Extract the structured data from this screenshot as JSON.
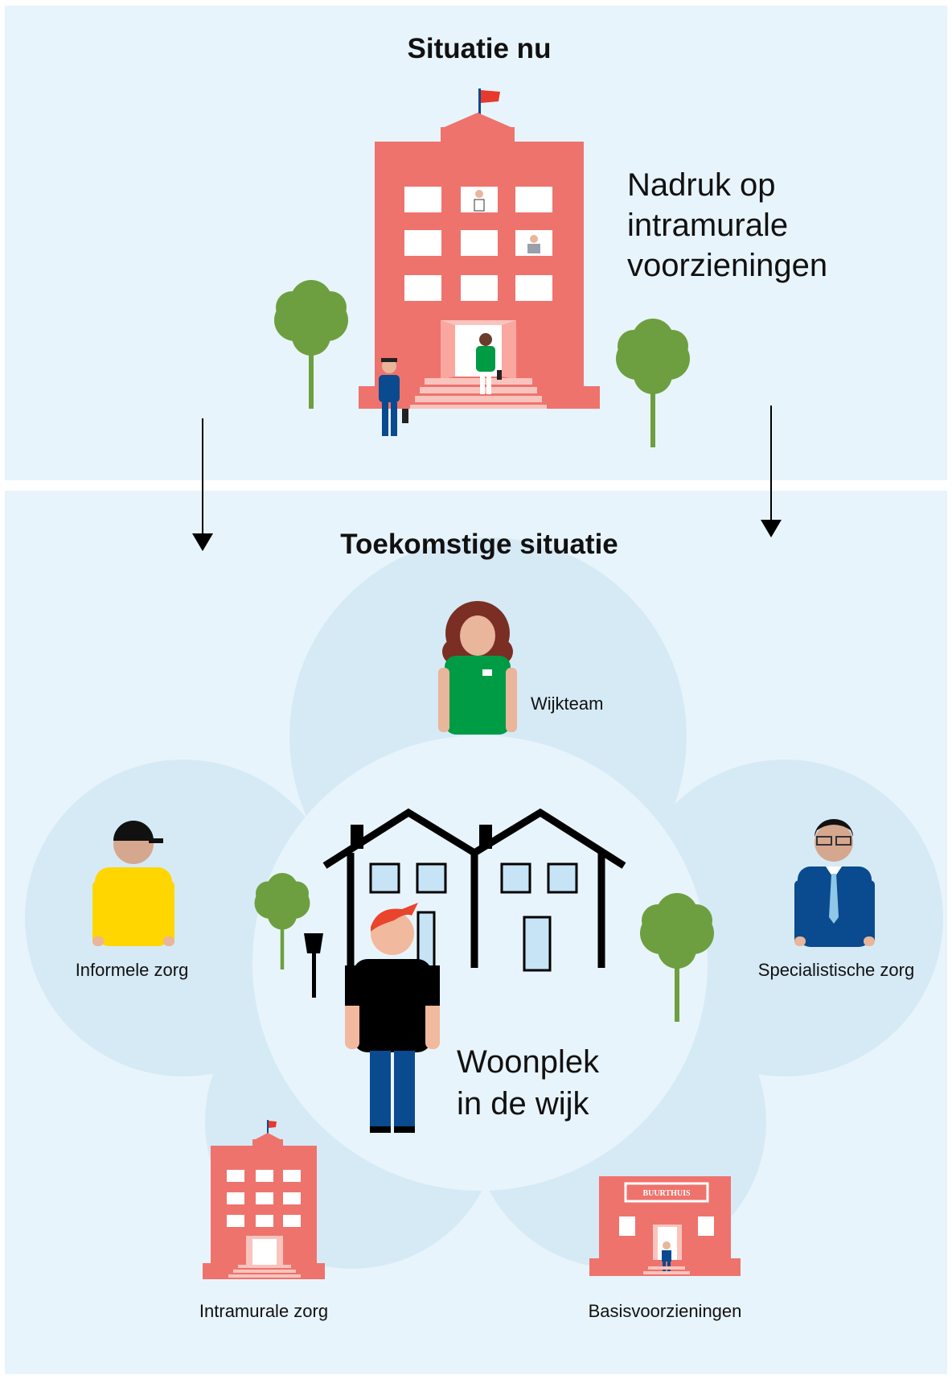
{
  "top": {
    "title": "Situatie nu",
    "emphasis": [
      "Nadruk op",
      "intramurale",
      "voorzieningen"
    ]
  },
  "bottom": {
    "title": "Toekomstige situatie",
    "center": [
      "Woonplek",
      "in de wijk"
    ],
    "petals": {
      "wijkteam": "Wijkteam",
      "informele_zorg": "Informele zorg",
      "specialistische_zorg": "Specialistische zorg",
      "intramurale_zorg": "Intramurale zorg",
      "basisvoorzieningen": "Basisvoorzieningen"
    },
    "buurthuis_sign": "BUURTHUIS"
  },
  "colors": {
    "panel": "#e8f4fb",
    "petal": "#d6eaf6",
    "building": "#ee736d",
    "tree": "#6d9f40",
    "green_shirt": "#009b45",
    "yellow_shirt": "#ffd600",
    "suit": "#0a4a8f",
    "window": "#c6e4f5"
  },
  "icons": [
    "hospital-building-icon",
    "tree-icon",
    "house-icon",
    "person-icon",
    "street-lamp-icon",
    "community-center-icon",
    "arrow-down-icon"
  ]
}
